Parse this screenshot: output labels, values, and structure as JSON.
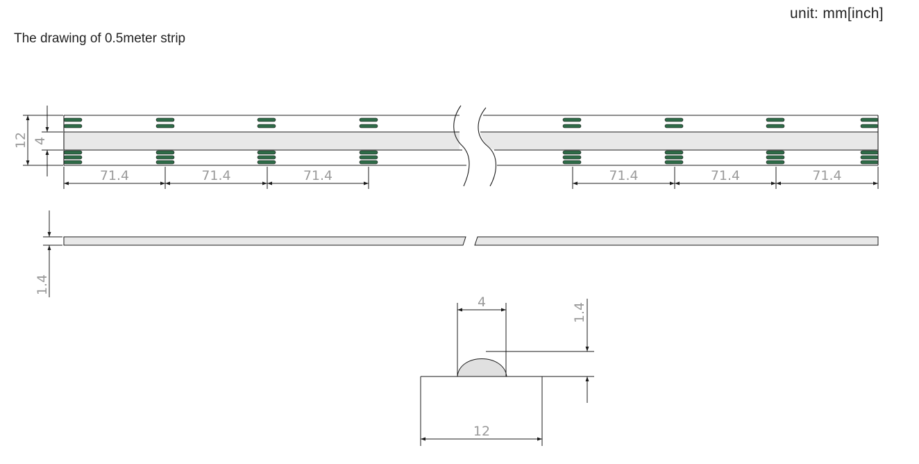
{
  "header": {
    "unit_label": "unit:  mm[inch]",
    "drawing_title": "The drawing of 0.5meter strip"
  },
  "colors": {
    "led_green": "#2e6b47",
    "strip_fill": "#e8e8e8",
    "line": "#1a1a1a",
    "dimension_text": "#9a9a9a"
  },
  "top_view": {
    "height_dim": "12",
    "inner_dim": "4",
    "pitch_dims": [
      "71.4",
      "71.4",
      "71.4",
      "71.4",
      "71.4",
      "71.4"
    ]
  },
  "side_view": {
    "thickness_dim": "1.4"
  },
  "cross_section": {
    "dome_width_dim": "4",
    "dome_height_dim": "1.4",
    "base_width_dim": "12"
  }
}
